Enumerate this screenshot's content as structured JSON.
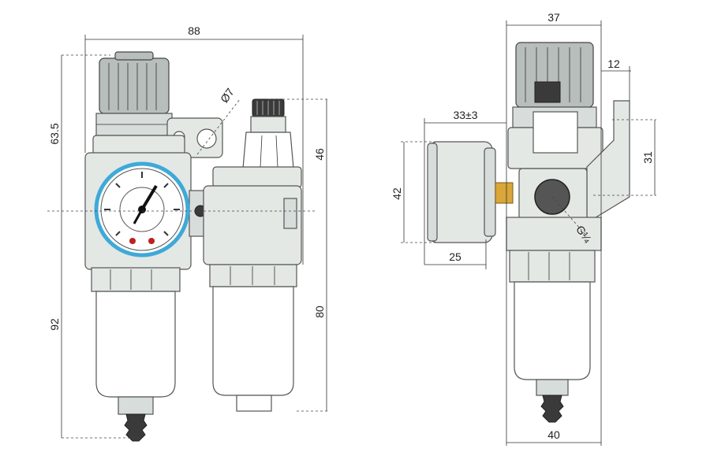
{
  "dimensions": {
    "front_width": "88",
    "front_upper_height": "63.5",
    "front_lower_height": "92",
    "port_diameter": "Ø7",
    "lubricator_upper_height": "46",
    "lubricator_lower_height": "80",
    "side_width_top": "37",
    "side_bracket_offset": "12",
    "gauge_projection": "33±3",
    "gauge_diameter": "42",
    "bracket_height": "31",
    "gauge_depth": "25",
    "thread_size": "G¼",
    "side_width_bottom": "40"
  },
  "colors": {
    "body": "#e3e8e5",
    "gauge_face_ring": "#3fa9d8",
    "brass_fitting": "#d9a63a"
  },
  "icons": [
    "pressure-gauge-icon",
    "adjustment-knob-icon",
    "drain-fitting-icon"
  ]
}
